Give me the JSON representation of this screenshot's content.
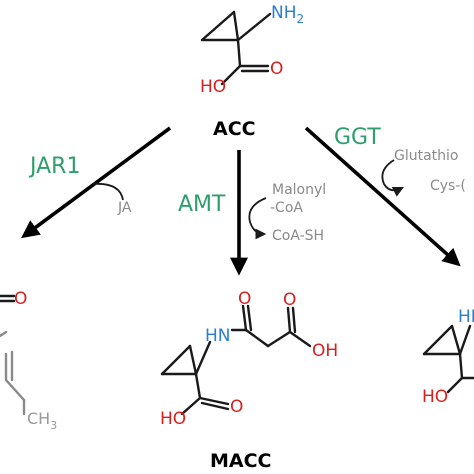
{
  "colors": {
    "enzyme": "#2e9e6c",
    "oxygen": "#d81e1e",
    "nitrogen": "#2a7fd4",
    "bond": "#1a1a1a",
    "cofactor": "#8a8a8a",
    "faded": "#9a9a9a"
  },
  "compounds": {
    "acc": {
      "name": "ACC",
      "nh2": "NH",
      "nh2_sub": "2",
      "oh": "HO",
      "o": "O"
    },
    "macc": {
      "name": "MACC",
      "hn": "HN",
      "oh_left": "HO",
      "o_left": "O",
      "o_top1": "O",
      "o_top2": "O",
      "oh_right": "OH"
    },
    "left_product": {
      "o": "O",
      "ch3": "CH",
      "ch3_sub": "3"
    },
    "right_product": {
      "hn": "HN",
      "ho": "HO"
    }
  },
  "enzymes": {
    "jar1": "JAR1",
    "amt": "AMT",
    "ggt": "GGT"
  },
  "cofactors": {
    "ja": "JA",
    "malonyl_1": "Malonyl",
    "malonyl_2": "-CoA",
    "coa_sh": "CoA-SH",
    "glutathione": "Glutathio",
    "cys": "Cys-("
  }
}
